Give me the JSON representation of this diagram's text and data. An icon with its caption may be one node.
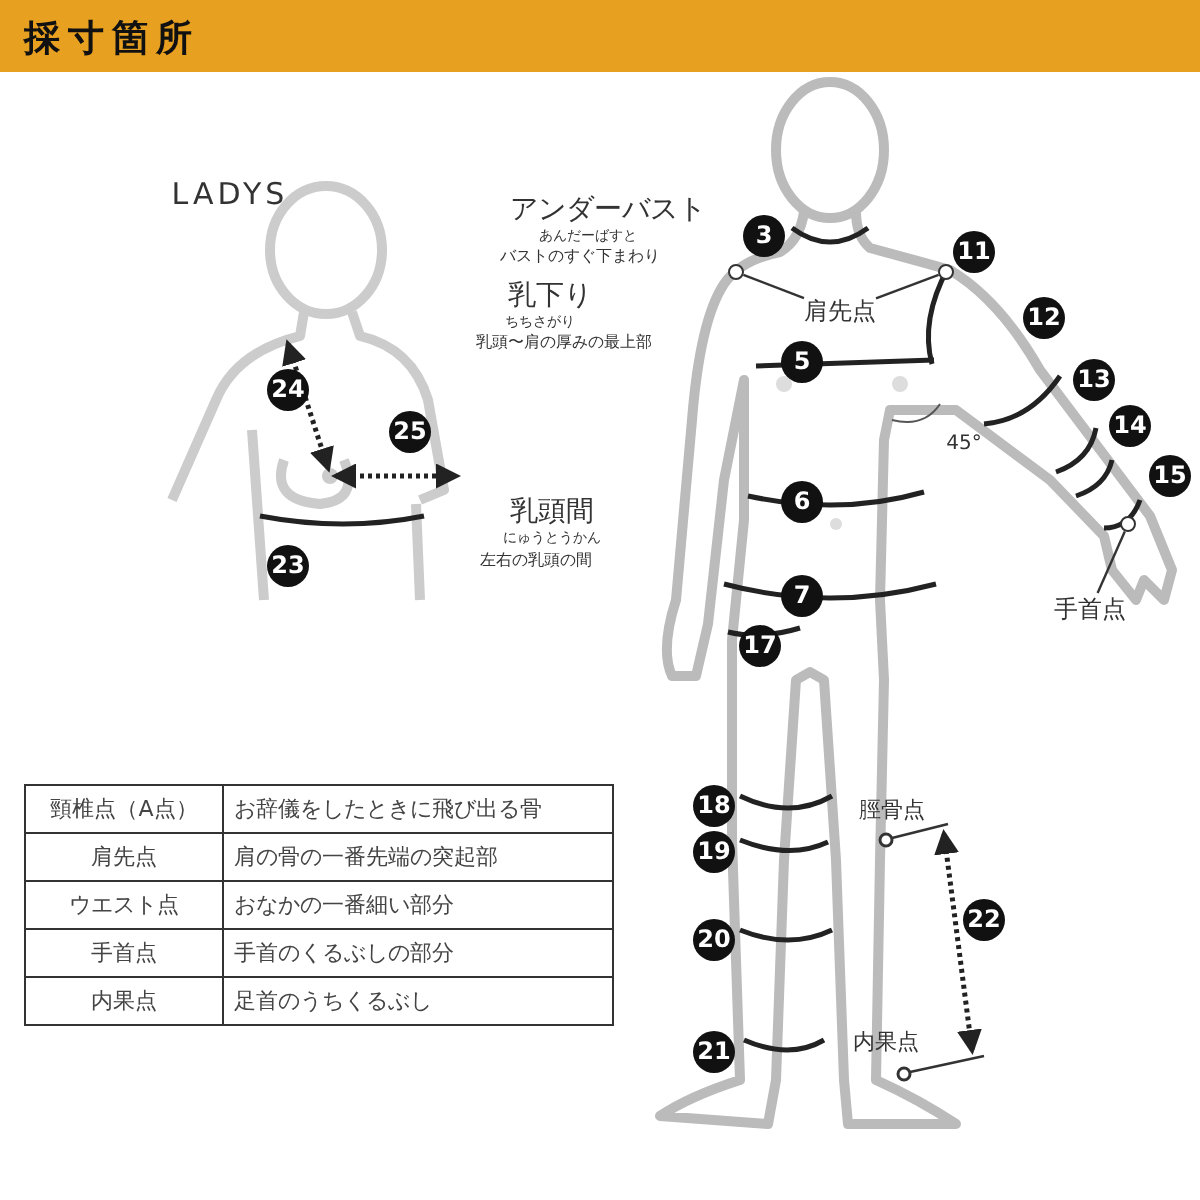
{
  "diagram": {
    "title": "採寸箇所",
    "nodes": [
      {
        "text": [
          "肩先点"
        ]
      },
      {
        "text": [],
        "shape": "circle"
      },
      {
        "text": [],
        "shape": "circle"
      },
      {
        "text": [
          "手首点"
        ]
      },
      {
        "text": [],
        "shape": "circle"
      }
    ],
    "edges": [
      {
        "from": 0,
        "to": 1,
        "arrow": "none"
      },
      {
        "from": 0,
        "to": 2,
        "arrow": "none"
      },
      {
        "from": 3,
        "to": 4,
        "arrow": "none"
      }
    ],
    "labels": [
      "LADYS",
      "アンダーバスト",
      "あんだーばすと",
      "バストのすぐ下まわり",
      "3",
      "11",
      "乳下り",
      "ちちさがり",
      "乳頭〜肩の厚みの最上部",
      "12",
      "5",
      "24",
      "13",
      "25",
      "14",
      "45°",
      "15",
      "6",
      "乳頭間",
      "にゅうとうかん",
      "23",
      "左右の乳頭の間",
      "7",
      "17",
      "頸椎点（A点）",
      "お辞儀をしたときに飛び出る骨",
      "肩先点",
      "肩の骨の一番先端の突起部",
      "ウエスト点",
      "おなかの一番細い部分",
      "手首点",
      "手首のくるぶしの部分",
      "内果点",
      "足首のうちくるぶし",
      "18",
      "脛骨点",
      "19",
      "20",
      "22",
      "21",
      "内果点"
    ]
  }
}
